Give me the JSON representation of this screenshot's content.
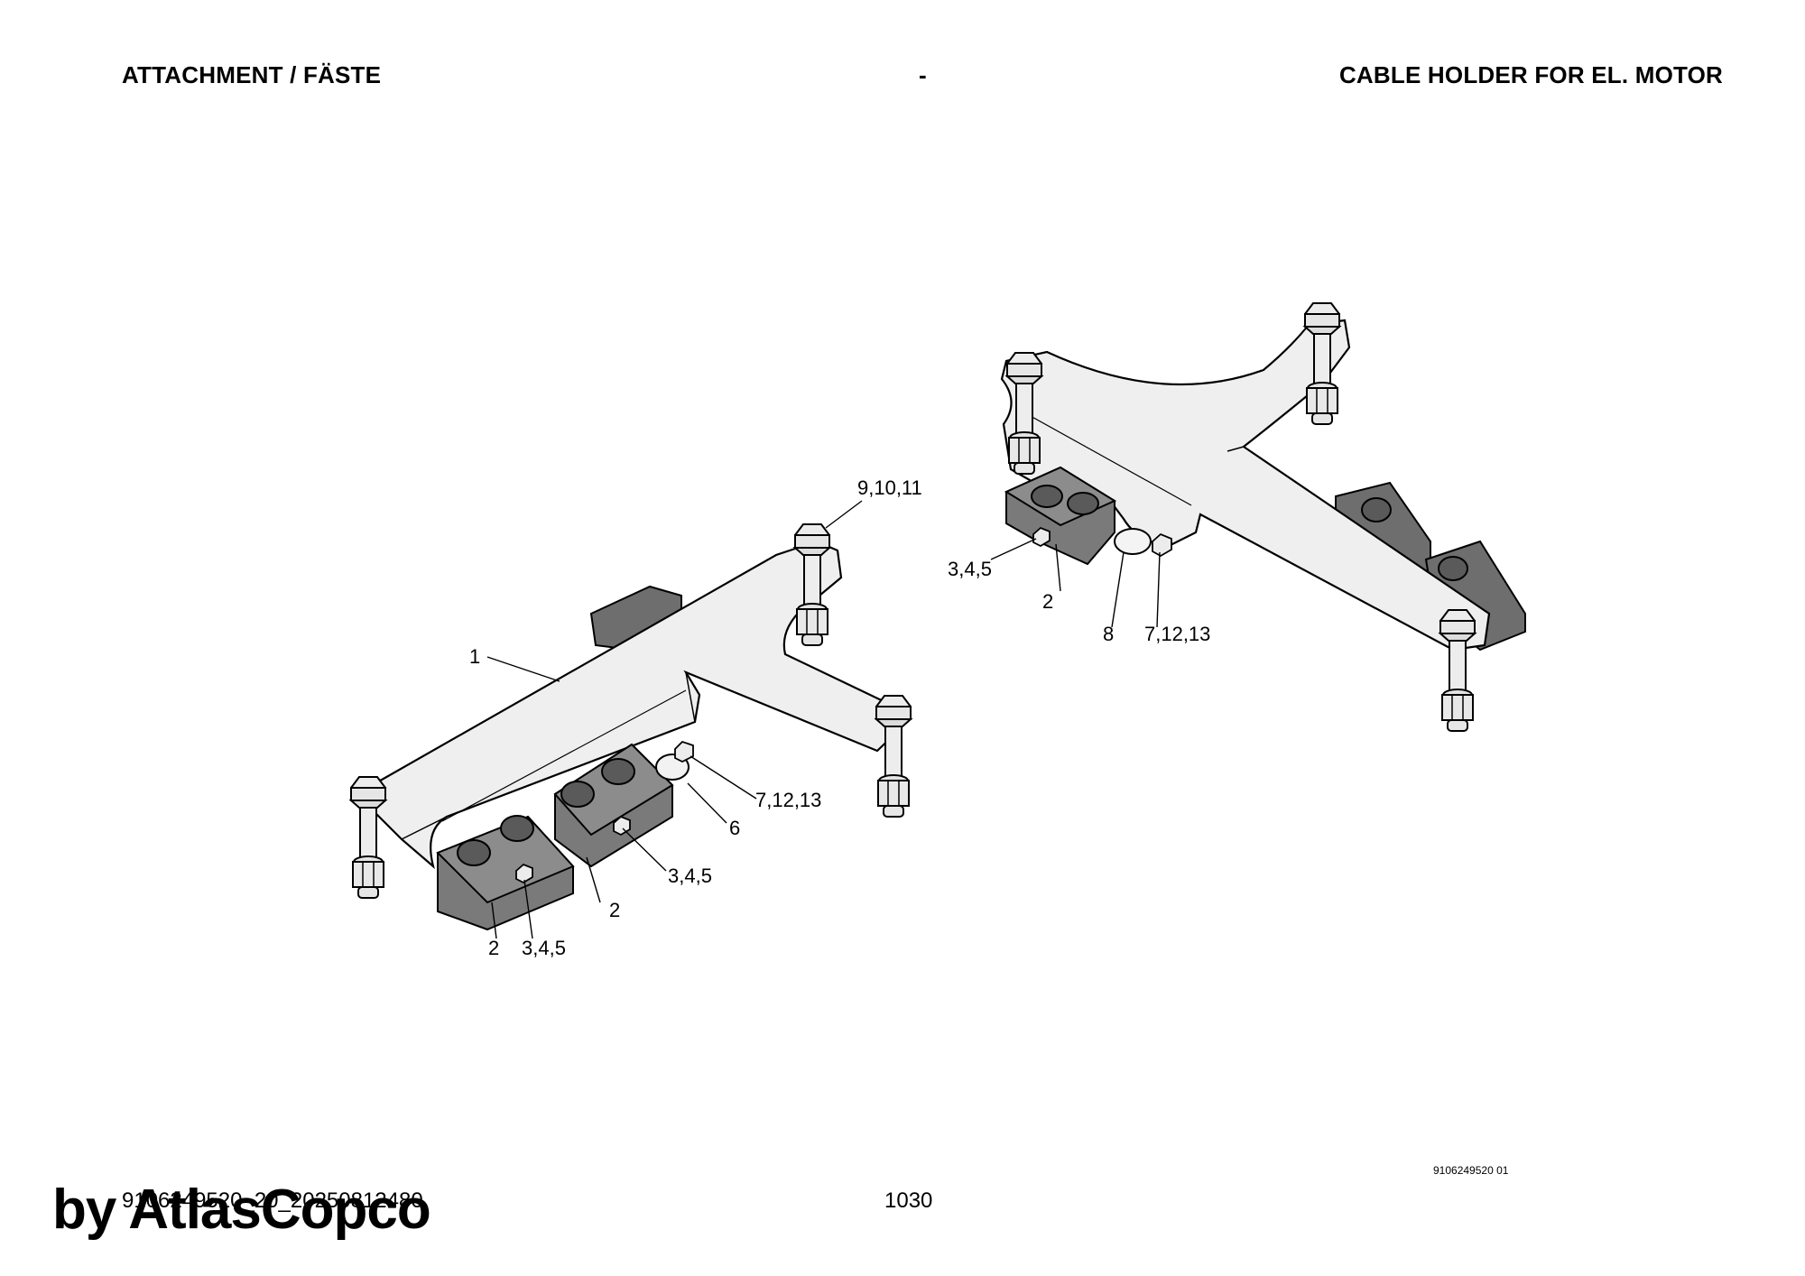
{
  "header": {
    "left": "ATTACHMENT / FÄSTE",
    "middle": "-",
    "right": "CABLE HOLDER FOR EL. MOTOR"
  },
  "callouts": {
    "left_view": {
      "c1": "1",
      "c9_10_11": "9,10,11",
      "c7_12_13": "7,12,13",
      "c6": "6",
      "c3_4_5_a": "3,4,5",
      "c2_a": "2",
      "c2_b": "2",
      "c3_4_5_b": "3,4,5"
    },
    "right_view": {
      "c3_4_5": "3,4,5",
      "c2": "2",
      "c8": "8",
      "c7_12_13": "7,12,13"
    }
  },
  "footer": {
    "drawing_ref": "9106249520 01",
    "doc_id": "9106249520_20_20250812480",
    "page_number": "1030",
    "watermark": "by AtlasCopco"
  }
}
